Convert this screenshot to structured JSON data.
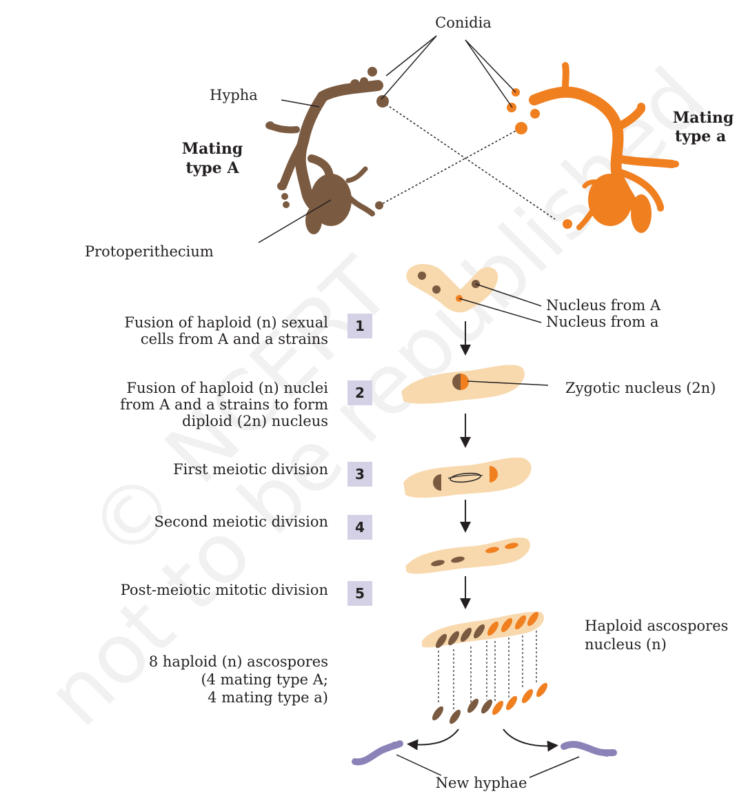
{
  "colors": {
    "mating_A": "#7a5a40",
    "mating_a": "#f07f1f",
    "cell_fill": "#f8d9ae",
    "step_box": "#d4d1e6",
    "new_hyphae": "#8b83b8",
    "line": "#231f20"
  },
  "labels": {
    "conidia": "Conidia",
    "hypha": "Hypha",
    "mating_A_line1": "Mating",
    "mating_A_line2": "type A",
    "mating_a_line1": "Mating",
    "mating_a_line2": "type a",
    "protoperithecium": "Protoperithecium",
    "nucleus_from_A": "Nucleus from A",
    "nucleus_from_a": "Nucleus from a",
    "zygotic_nucleus": "Zygotic nucleus (2n)",
    "haploid_line1": "Haploid ascospores",
    "haploid_line2": "nucleus (n)",
    "new_hyphae": "New hyphae"
  },
  "steps": [
    {
      "number": "1",
      "lines": [
        "Fusion of haploid (n) sexual",
        "cells from A and a strains"
      ]
    },
    {
      "number": "2",
      "lines": [
        "Fusion of haploid (n) nuclei",
        "from A and a strains to form",
        "diploid (2n) nucleus"
      ]
    },
    {
      "number": "3",
      "lines": [
        "First meiotic division"
      ]
    },
    {
      "number": "4",
      "lines": [
        "Second meiotic division"
      ]
    },
    {
      "number": "5",
      "lines": [
        "Post-meiotic mitotic division"
      ]
    }
  ],
  "ascospores_label": [
    "8 haploid (n) ascospores",
    "(4 mating type A;",
    "4 mating type a)"
  ],
  "watermark": [
    "© NCERT",
    "not to be republished"
  ]
}
